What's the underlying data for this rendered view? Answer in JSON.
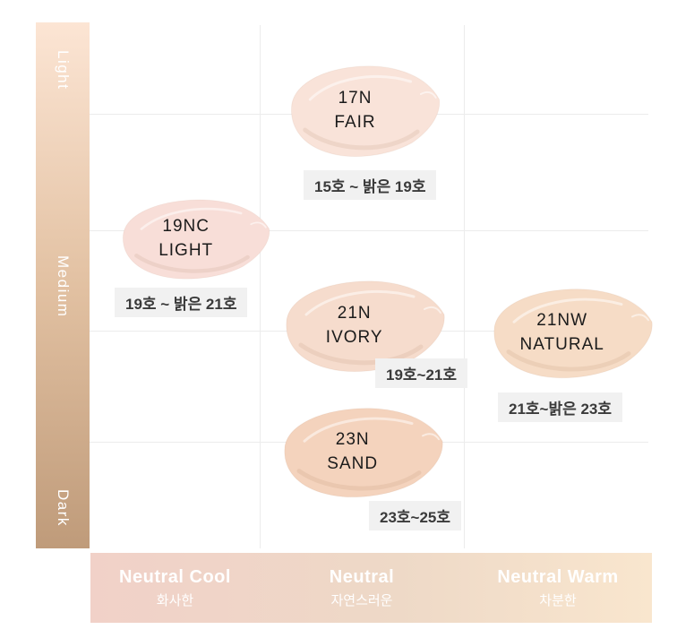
{
  "y_axis": {
    "labels": [
      "Light",
      "Medium",
      "Dark"
    ],
    "gradient_top": "#fce5d4",
    "gradient_bottom": "#bf9b7a"
  },
  "x_axis": {
    "labels": [
      {
        "en": "Neutral Cool",
        "ko": "화사한"
      },
      {
        "en": "Neutral",
        "ko": "자연스러운"
      },
      {
        "en": "Neutral Warm",
        "ko": "차분한"
      }
    ],
    "gradient_left": "#f1d1c8",
    "gradient_right": "#f9e6ce"
  },
  "swatches": [
    {
      "code": "17N",
      "name": "FAIR",
      "range": "15호 ~ 밝은 19호",
      "color": "#f9e3d9"
    },
    {
      "code": "19NC",
      "name": "LIGHT",
      "range": "19호 ~ 밝은 21호",
      "color": "#f8ded8"
    },
    {
      "code": "21N",
      "name": "IVORY",
      "range": "19호~21호",
      "color": "#f6dccd"
    },
    {
      "code": "21NW",
      "name": "NATURAL",
      "range": "21호~밝은 23호",
      "color": "#f6dcc6"
    },
    {
      "code": "23N",
      "name": "SAND",
      "range": "23호~25호",
      "color": "#f4d3bd"
    }
  ],
  "chart_data": {
    "type": "scatter",
    "title": "",
    "x_categories": [
      "Neutral Cool",
      "Neutral",
      "Neutral Warm"
    ],
    "x_categories_ko": [
      "화사한",
      "자연스러운",
      "차분한"
    ],
    "y_categories": [
      "Light",
      "Medium",
      "Dark"
    ],
    "grid": true,
    "points": [
      {
        "label": "17N FAIR",
        "x": "Neutral",
        "y": "Light-Medium",
        "range_ko": "15호 ~ 밝은 19호",
        "color": "#f9e3d9"
      },
      {
        "label": "19NC LIGHT",
        "x": "Neutral Cool",
        "y": "Medium",
        "range_ko": "19호 ~ 밝은 21호",
        "color": "#f8ded8"
      },
      {
        "label": "21N IVORY",
        "x": "Neutral",
        "y": "Medium",
        "range_ko": "19호~21호",
        "color": "#f6dccd"
      },
      {
        "label": "21NW NATURAL",
        "x": "Neutral Warm",
        "y": "Medium",
        "range_ko": "21호~밝은 23호",
        "color": "#f6dcc6"
      },
      {
        "label": "23N SAND",
        "x": "Neutral",
        "y": "Medium-Dark",
        "range_ko": "23호~25호",
        "color": "#f4d3bd"
      }
    ]
  }
}
